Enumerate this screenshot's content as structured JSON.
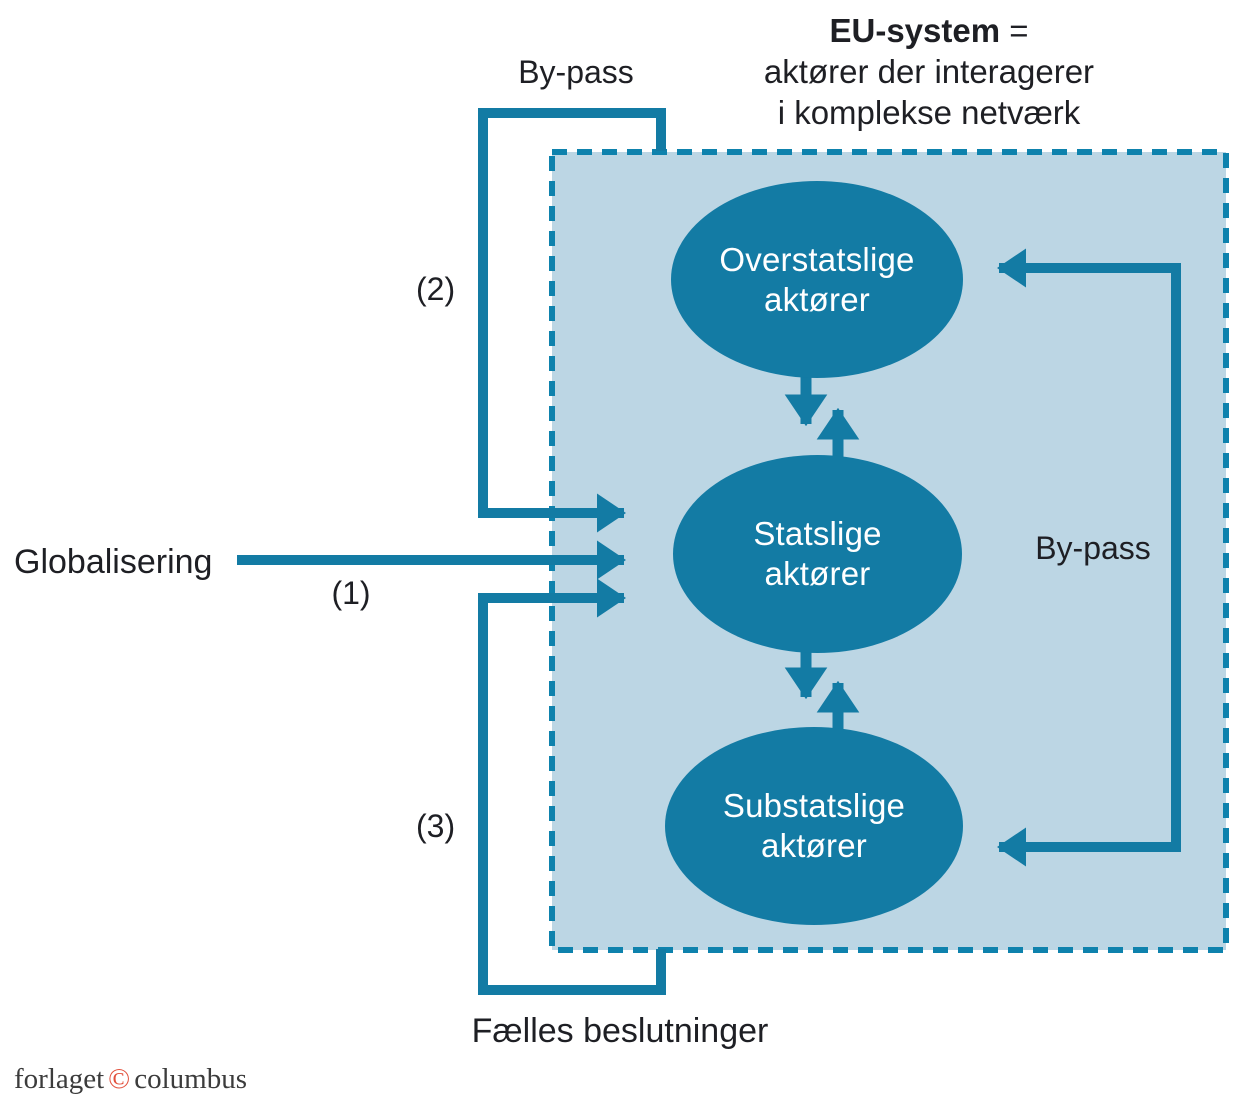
{
  "title": {
    "line1_bold": "EU-system",
    "line1_rest": " =",
    "line2": "aktører der interagerer",
    "line3": "i komplekse netværk"
  },
  "labels": {
    "bypass_top": "By-pass",
    "bypass_right": "By-pass",
    "globalisering": "Globalisering",
    "arrow1": "(1)",
    "arrow2": "(2)",
    "arrow3": "(3)",
    "faelles_beslutninger": "Fælles beslutninger"
  },
  "nodes": {
    "overstatslige": {
      "line1": "Overstatslige",
      "line2": "aktører"
    },
    "statslige": {
      "line1": "Statslige",
      "line2": "aktører"
    },
    "substatslige": {
      "line1": "Substatslige",
      "line2": "aktører"
    }
  },
  "footer": {
    "prefix": "forlaget",
    "copyright_symbol": "©",
    "suffix": "columbus"
  },
  "colors": {
    "teal": "#137BA4",
    "box_background": "#BCD6E4",
    "box_border": "#0E82AD",
    "node_fill": "#137BA4",
    "node_text": "#FFFFFF",
    "label_text": "#1E1F24",
    "logo_text": "#3C3C3C",
    "logo_red": "#E2503C",
    "page_background": "#FFFFFF"
  }
}
